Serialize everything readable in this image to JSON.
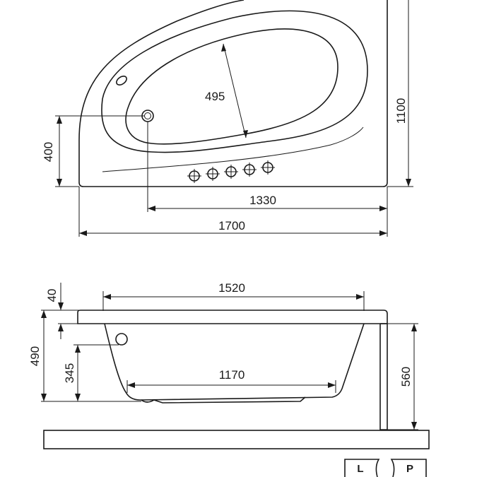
{
  "top_view": {
    "dimensions": {
      "basin_width": "495",
      "total_depth": "1100",
      "drain_offset": "400",
      "drain_to_edge": "1330",
      "total_length": "1700"
    }
  },
  "side_view": {
    "dimensions": {
      "rim_thickness": "40",
      "inner_top_length": "1520",
      "height_total": "490",
      "overflow_height": "345",
      "bottom_length": "1170",
      "panel_height": "560"
    }
  },
  "variants": {
    "left": "L",
    "right": "P"
  }
}
